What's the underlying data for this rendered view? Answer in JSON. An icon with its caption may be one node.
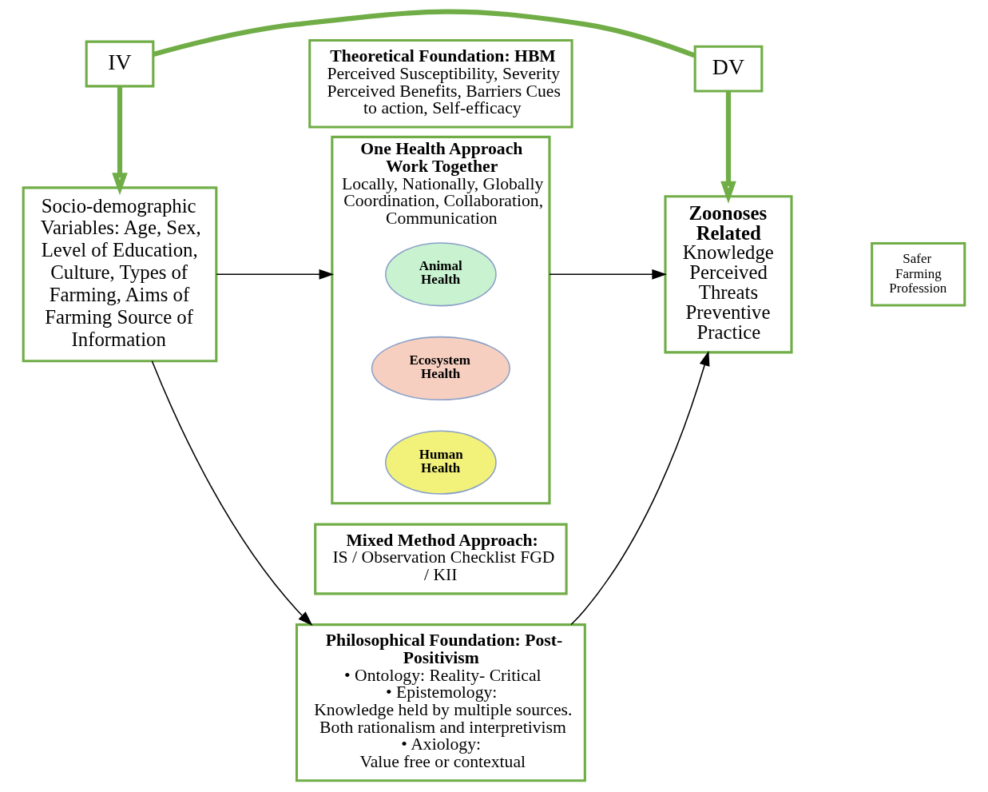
{
  "diagram": {
    "nodes": [
      {
        "text": [
          "IV"
        ]
      },
      {
        "text": [
          "DV"
        ]
      },
      {
        "text": [
          "Socio-demographic Variables: Age, Sex, Level of Education, Culture, Types of Farming, Aims of Farming Source of Information"
        ]
      },
      {
        "text": [
          "Theoretical Foundation: HBM",
          "Perceived Susceptibility, Severity Perceived Benefits, Barriers Cues to action, Self-efficacy"
        ]
      },
      {
        "text": [
          "One Health Approach",
          "Work Together",
          "Locally, Nationally, Globally Coordination, Collaboration, Communication"
        ]
      },
      {
        "text": [
          "Animal Health"
        ],
        "in": 4
      },
      {
        "text": [
          "Ecosystem Health"
        ],
        "in": 4
      },
      {
        "text": [
          "Human Health"
        ],
        "in": 4
      },
      {
        "text": [
          "Mixed Method Approach:",
          "IS / Observation Checklist FGD / KII"
        ]
      },
      {
        "text": [
          "Philosophical Foundation: Post- Positivism",
          "• Ontology: Reality- Critical",
          "• Epistemology:",
          "Knowledge held by multiple sources. Both rationalism and interpretivism",
          "• Axiology:",
          "Value free or contextual"
        ]
      },
      {
        "text": [
          "Zoonoses Related",
          "Knowledge Perceived Threats Preventive Practice"
        ]
      },
      {
        "text": [
          "Safer Farming Profession"
        ]
      }
    ],
    "edges": [
      {
        "from": 0,
        "to": 1,
        "arrow": "none",
        "style": "thick",
        "color": "#70ad47"
      },
      {
        "from": 0,
        "to": 2,
        "arrow": "to",
        "style": "thick",
        "color": "#70ad47"
      },
      {
        "from": 1,
        "to": 10,
        "arrow": "to",
        "style": "thick",
        "color": "#70ad47"
      },
      {
        "from": 2,
        "to": 4,
        "arrow": "to"
      },
      {
        "from": 2,
        "to": 9,
        "arrow": "to"
      },
      {
        "from": 4,
        "to": 10,
        "arrow": "to"
      },
      {
        "from": 9,
        "to": 10,
        "arrow": "to"
      }
    ]
  }
}
